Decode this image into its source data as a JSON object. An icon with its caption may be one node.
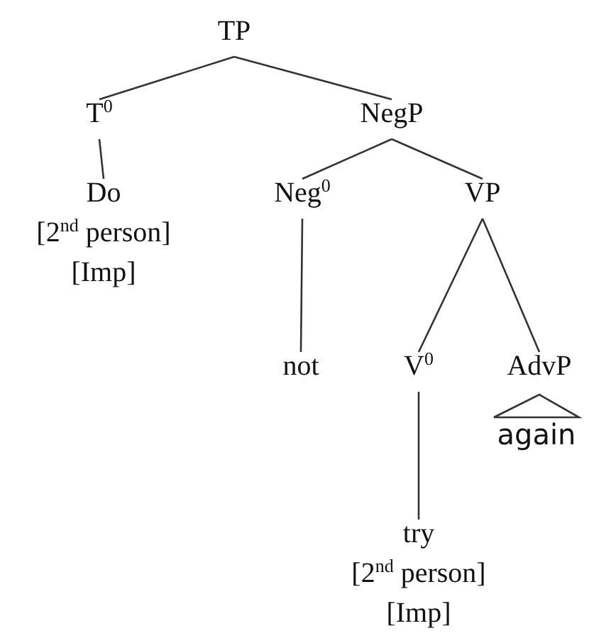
{
  "diagram": {
    "nodes": [
      {
        "text": [
          "TP"
        ]
      },
      {
        "text": [
          "T$^{0}$"
        ]
      },
      {
        "text": [
          "NegP"
        ]
      },
      {
        "text": [
          "Do",
          "[2$^{nd}$ person]",
          "[Imp]"
        ]
      },
      {
        "text": [
          "Neg$^{0}$"
        ]
      },
      {
        "text": [
          "VP"
        ]
      },
      {
        "text": [
          "not"
        ]
      },
      {
        "text": [
          "V$^{0}$"
        ]
      },
      {
        "text": [
          "AdvP"
        ]
      },
      {
        "text": [
          "try",
          "[2$^{nd}$ person]",
          "[Imp]"
        ]
      },
      {
        "text": [
          "again"
        ]
      }
    ],
    "edges": [
      {
        "from": 0,
        "to": 1,
        "arrow": "none"
      },
      {
        "from": 0,
        "to": 2,
        "arrow": "none"
      },
      {
        "from": 1,
        "to": 3,
        "arrow": "none"
      },
      {
        "from": 2,
        "to": 4,
        "arrow": "none"
      },
      {
        "from": 2,
        "to": 5,
        "arrow": "none"
      },
      {
        "from": 4,
        "to": 6,
        "arrow": "none"
      },
      {
        "from": 5,
        "to": 7,
        "arrow": "none"
      },
      {
        "from": 5,
        "to": 8,
        "arrow": "none"
      },
      {
        "from": 7,
        "to": 9,
        "arrow": "none"
      },
      {
        "from": 8,
        "to": 10,
        "arrow": "none"
      }
    ]
  }
}
